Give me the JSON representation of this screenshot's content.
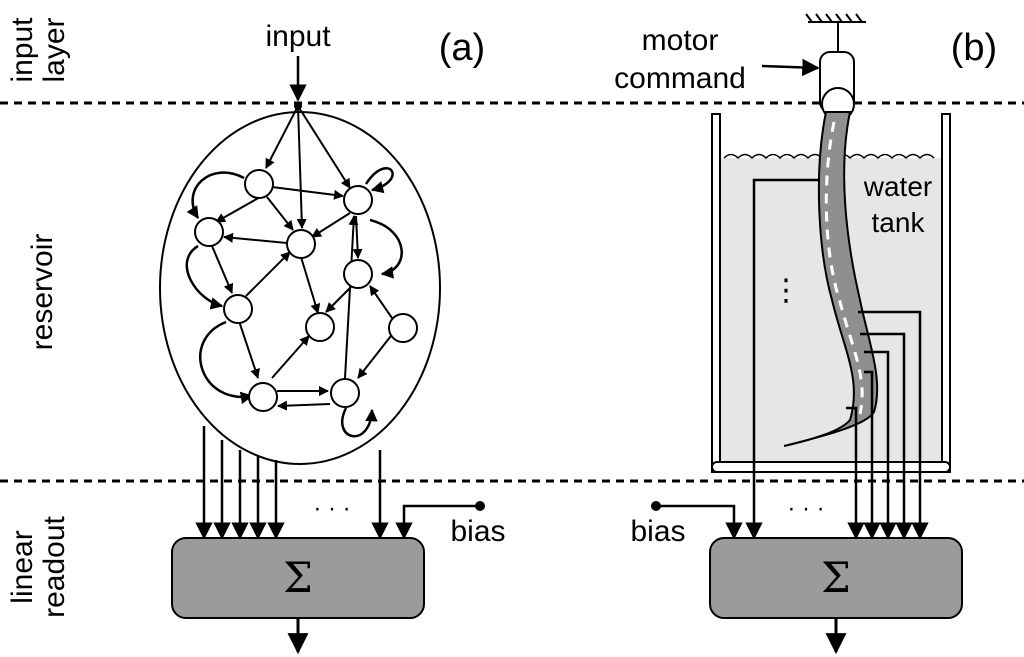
{
  "layers": {
    "input": [
      "input",
      "layer"
    ],
    "reservoir": "reservoir",
    "readout": [
      "linear",
      "readout"
    ]
  },
  "panel_a": {
    "tag": "(a)",
    "input_label": "input",
    "bias_label": "bias",
    "sum_symbol": "Σ",
    "ellipsis": "· · ·"
  },
  "panel_b": {
    "tag": "(b)",
    "motor_label": [
      "motor",
      "command"
    ],
    "tank_label": [
      "water",
      "tank"
    ],
    "bias_label": "bias",
    "sum_symbol": "Σ",
    "ellipsis": "· · ·",
    "vertical_ellipsis": "⋮"
  },
  "colors": {
    "box_fill": "#9b9b9b",
    "tank_fill": "#e6e6e6",
    "body_fill": "#8f8f8f",
    "ink": "#000000"
  }
}
